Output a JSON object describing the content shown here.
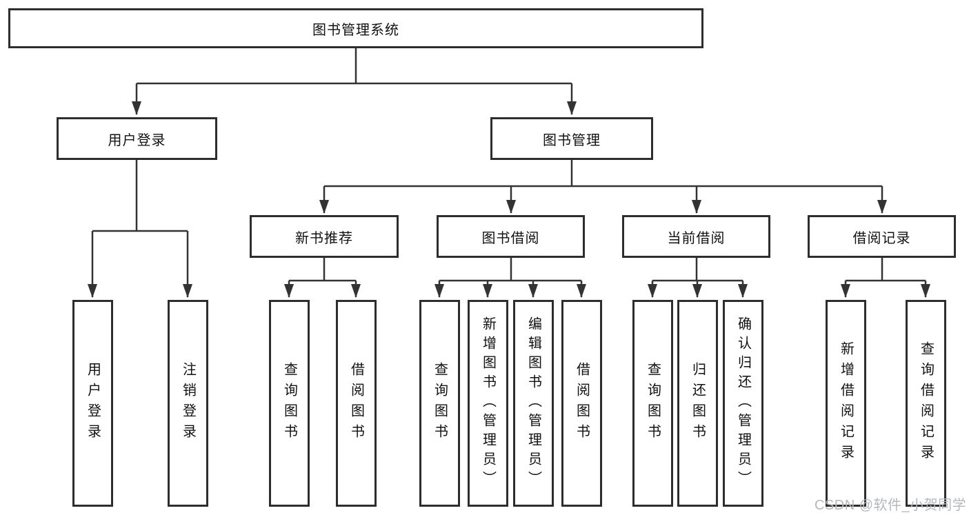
{
  "diagram": {
    "root": {
      "label": "图书管理系统"
    },
    "level2": [
      {
        "label": "用户登录"
      },
      {
        "label": "图书管理"
      }
    ],
    "level3": [
      {
        "label": "新书推荐"
      },
      {
        "label": "图书借阅"
      },
      {
        "label": "当前借阅"
      },
      {
        "label": "借阅记录"
      }
    ],
    "level4": {
      "user_login": [
        {
          "label": "用户登录"
        },
        {
          "label": "注销登录"
        }
      ],
      "new_book": [
        {
          "label": "查询图书"
        },
        {
          "label": "借阅图书"
        }
      ],
      "book_borrow": [
        {
          "label": "查询图书"
        },
        {
          "label": "新增图书（管理员）"
        },
        {
          "label": "编辑图书（管理员）"
        },
        {
          "label": "借阅图书"
        }
      ],
      "current_borrow": [
        {
          "label": "查询图书"
        },
        {
          "label": "归还图书"
        },
        {
          "label": "确认归还（管理员）"
        }
      ],
      "borrow_record": [
        {
          "label": "新增借阅记录"
        },
        {
          "label": "查询借阅记录"
        }
      ]
    }
  },
  "watermark": {
    "text": "CSDN @软件_小贺同学"
  },
  "colors": {
    "line": "#333333",
    "border": "#2d2d2d",
    "text": "#111111",
    "watermark": "#b5b8bc",
    "background": "#ffffff"
  }
}
